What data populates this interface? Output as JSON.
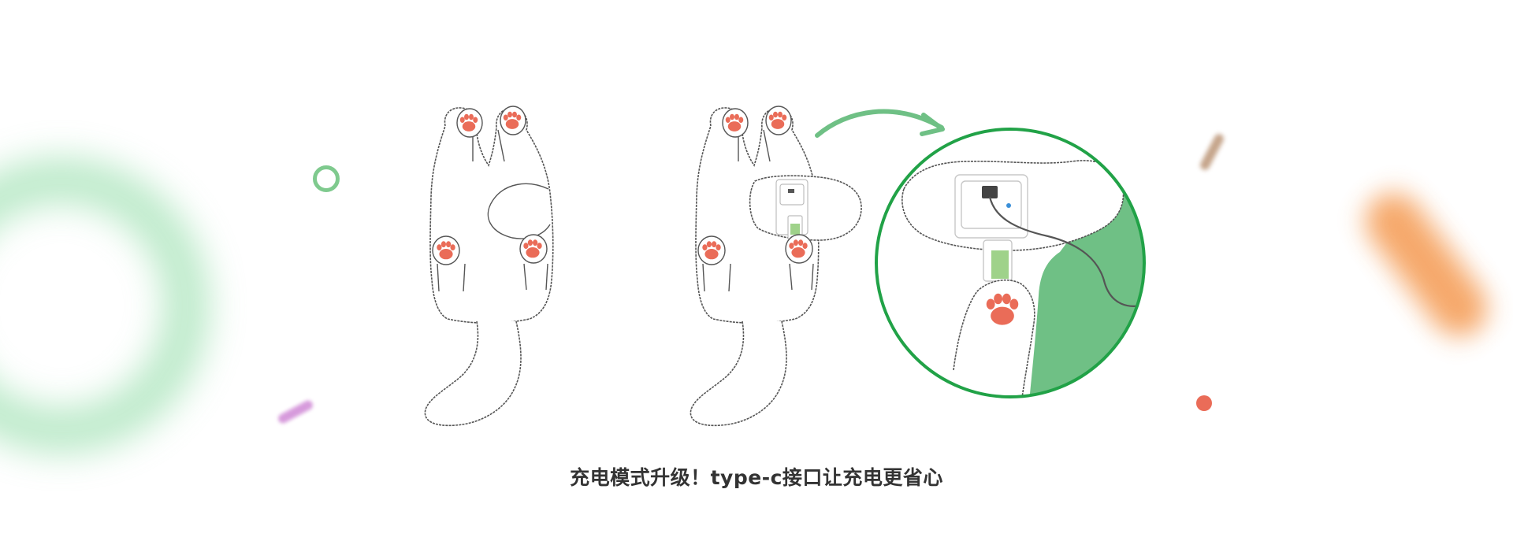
{
  "caption": "充电模式升级！type-c接口让充电更省心",
  "colors": {
    "paw": "#ea6c58",
    "green_accent": "#6fc085",
    "zoom_ring": "#21a247",
    "outline": "#555555",
    "caption_text": "#333333",
    "deco_orange": "#f5a05c",
    "deco_green": "#a6e3b8",
    "deco_purple": "#d08ad6",
    "deco_brown": "#b89070"
  },
  "illustration": {
    "panels": [
      {
        "name": "cat-plush-back",
        "shows_charger": false
      },
      {
        "name": "cat-plush-with-charger",
        "shows_charger": true
      },
      {
        "name": "zoom-detail-type-c-port",
        "shows_cable": true
      }
    ],
    "icons": [
      "paw-icon",
      "arrow-icon",
      "type-c-port-icon",
      "cable-icon"
    ]
  }
}
